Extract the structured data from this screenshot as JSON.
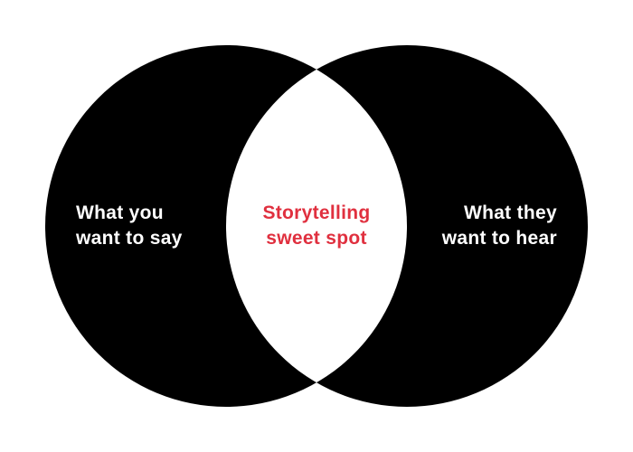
{
  "diagram": {
    "type": "venn",
    "left_set": {
      "line1": "What you",
      "line2": "want to say"
    },
    "intersection": {
      "line1": "Storytelling",
      "line2": "sweet spot"
    },
    "right_set": {
      "line1": "What they",
      "line2": "want to hear"
    }
  },
  "colors": {
    "circle_fill": "#000000",
    "background": "#ffffff",
    "outer_text": "#ffffff",
    "intersection_text": "#e0303f"
  }
}
